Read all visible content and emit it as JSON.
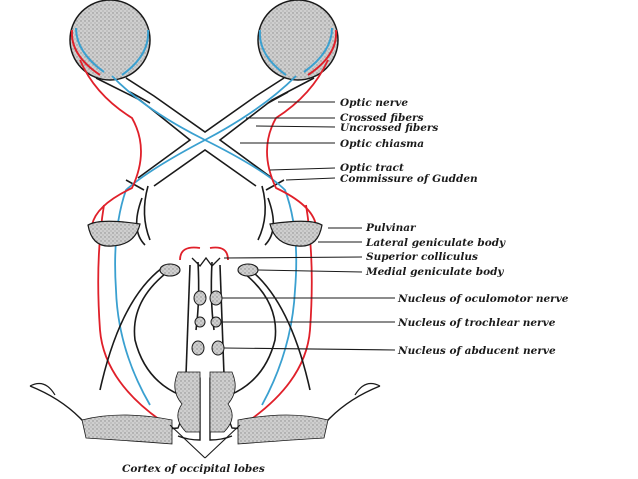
{
  "colors": {
    "background": "#ffffff",
    "line": "#1a1a1a",
    "crossed_fibers": "#3aa0d0",
    "uncrossed_fibers": "#e0202a",
    "tissue": "#c8c8c8"
  },
  "labels": {
    "optic_nerve": "Optic nerve",
    "crossed_fibers": "Crossed fibers",
    "uncrossed_fibers": "Uncrossed fibers",
    "optic_chiasma": "Optic chiasma",
    "optic_tract": "Optic tract",
    "commissure_of_gudden": "Commissure of Gudden",
    "pulvinar": "Pulvinar",
    "lateral_geniculate_body": "Lateral geniculate body",
    "superior_colliculus": "Superior colliculus",
    "medial_geniculate_body": "Medial geniculate body",
    "nucleus_oculomotor": "Nucleus of oculomotor nerve",
    "nucleus_trochlear": "Nucleus of trochlear nerve",
    "nucleus_abducent": "Nucleus of abducent nerve"
  },
  "caption": "Cortex of occipital lobes"
}
